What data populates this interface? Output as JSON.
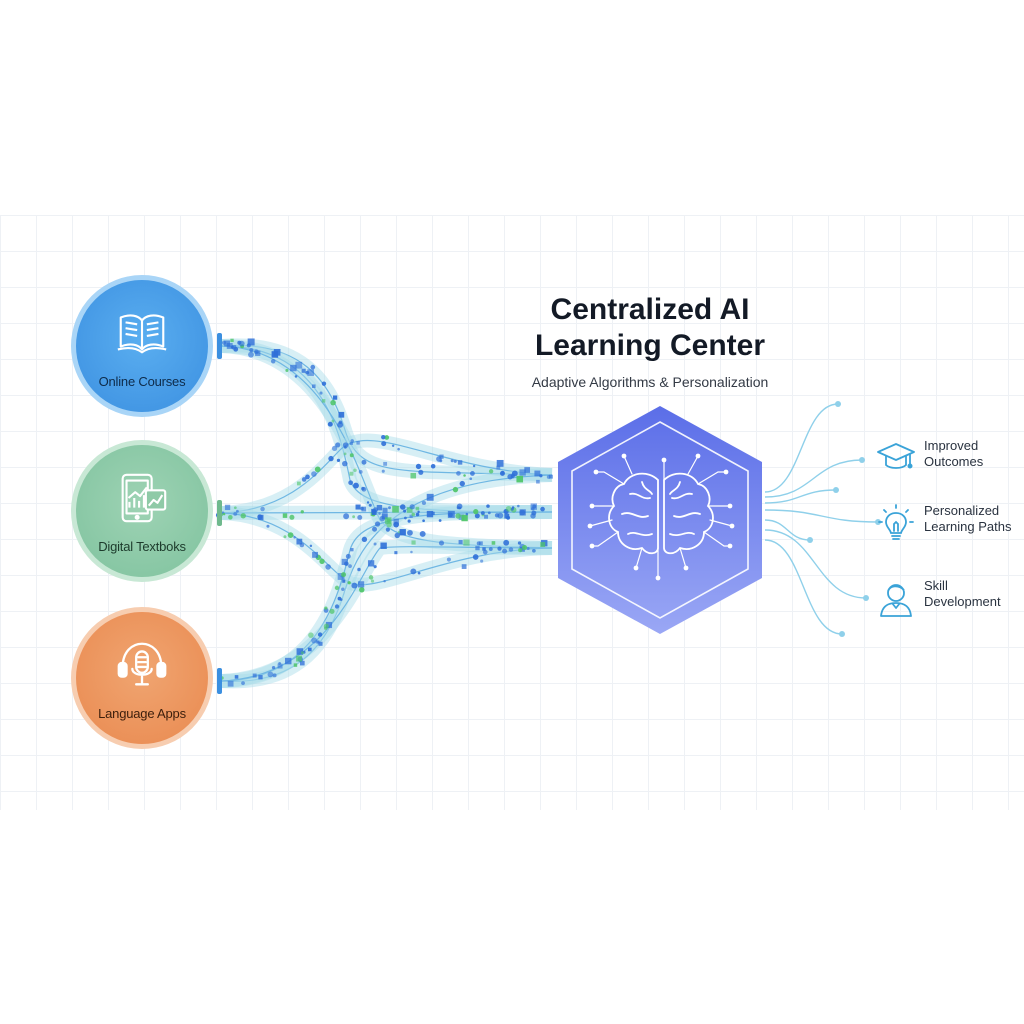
{
  "title": {
    "line1": "Centralized AI",
    "line2": "Learning Center"
  },
  "subtitle": "Adaptive Algorithms & Personalization",
  "sources": [
    {
      "label": "Online Courses",
      "icon": "open-book-icon",
      "color": "#3b8fe0"
    },
    {
      "label": "Digital Textboks",
      "icon": "tablet-chart-icon",
      "color": "#7fc29e"
    },
    {
      "label": "Language Apps",
      "icon": "microphone-headphones-icon",
      "color": "#e9894f"
    }
  ],
  "hub": {
    "icon": "brain-circuit-icon",
    "color_top": "#5b6ee8",
    "color_bottom": "#9aa7f5"
  },
  "outcomes": [
    {
      "line1": "Improved",
      "line2": "Outcomes",
      "icon": "graduation-cap-icon"
    },
    {
      "line1": "Personalized",
      "line2": "Learning Paths",
      "icon": "lightbulb-icon"
    },
    {
      "line1": "Skill",
      "line2": "Development",
      "icon": "person-icon"
    }
  ],
  "colors": {
    "stream": "#a7dbe8",
    "stream_particle": "#2e6fd8",
    "stream_particle_alt": "#4fc56a",
    "output_line": "#8fd0ea"
  }
}
